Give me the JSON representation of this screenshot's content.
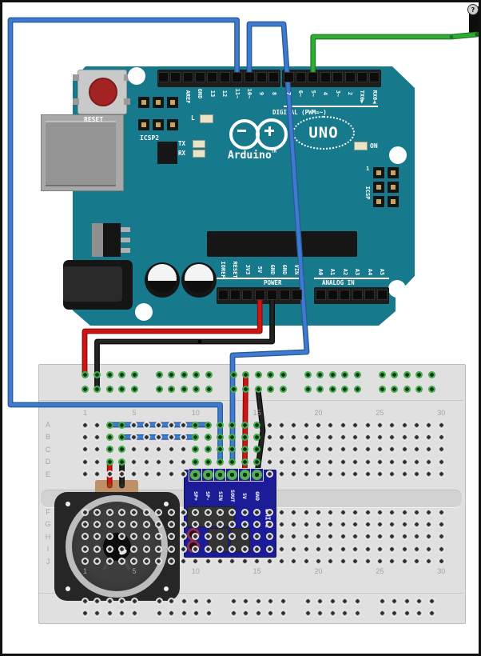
{
  "colors": {
    "arduino_teal": "#17798c",
    "breadboard": "#e0e0e0",
    "emic_blue": "#1c1c96",
    "wire_blue": "#3d7bd0",
    "wire_red": "#cf1412",
    "wire_black": "#232323",
    "wire_green": "#2fae35",
    "hole_green": "#3fae4a"
  },
  "arduino": {
    "reset_label": "RESET",
    "icsp2_label": "ICSP2",
    "logo_text": "Arduino",
    "logo_tm": "TM",
    "model": "UNO",
    "on_label": "ON",
    "led_l": "L",
    "led_tx": "TX",
    "led_rx": "RX",
    "digital_caption": "DIGITAL (PWM=~)",
    "digital_pins": [
      "AREF",
      "GND",
      "13",
      "12",
      "11~",
      "10~",
      "9",
      "8",
      "7",
      "6~",
      "5~",
      "4",
      "3~",
      "2",
      "TX0▶",
      "RX0◀"
    ],
    "power_caption": "POWER",
    "power_pins": [
      "IOREF",
      "RESET",
      "3V3",
      "5V",
      "GND",
      "GND",
      "VIN"
    ],
    "analog_caption": "ANALOG IN",
    "analog_pins": [
      "A0",
      "A1",
      "A2",
      "A3",
      "A4",
      "A5"
    ],
    "icsp_label": "ICSP",
    "icsp_pin1": "1"
  },
  "breadboard": {
    "column_labels": [
      "1",
      "5",
      "10",
      "15",
      "20",
      "25",
      "30"
    ],
    "column_numbers": [
      1,
      5,
      10,
      15,
      20,
      25,
      30
    ],
    "row_letters_top": [
      "A",
      "B",
      "C",
      "D",
      "E"
    ],
    "row_letters_bottom": [
      "F",
      "G",
      "H",
      "I",
      "J"
    ]
  },
  "emic2": {
    "name": "EMIC2",
    "pins": [
      "SP+",
      "SP-",
      "SIN",
      "SOUT",
      "5V",
      "GND"
    ]
  },
  "unknown_part": {
    "badge": "?"
  },
  "wires": [
    {
      "id": "w_d11_sin",
      "color": "blue",
      "hex": "#3d7bd0",
      "from": "Arduino D11",
      "to": "breadboard col 12 (EMIC2 SIN)"
    },
    {
      "id": "w_d10_sout",
      "color": "blue",
      "hex": "#3d7bd0",
      "from": "Arduino D10",
      "to": "breadboard col 13 (EMIC2 SOUT)"
    },
    {
      "id": "w_d5_part",
      "color": "green",
      "hex": "#2fae35",
      "from": "Arduino D5",
      "to": "off-board part (?)"
    },
    {
      "id": "w_5v_rail",
      "color": "red",
      "hex": "#cf1412",
      "from": "Arduino 5V",
      "to": "top power rail row 1"
    },
    {
      "id": "w_gnd_rail",
      "color": "black",
      "hex": "#232323",
      "from": "Arduino GND",
      "to": "top power rail row 2"
    },
    {
      "id": "w_rail_5v",
      "color": "red",
      "hex": "#cf1412",
      "from": "top power rail row 1",
      "to": "EMIC2 5V"
    },
    {
      "id": "w_rail_gnd",
      "color": "black",
      "hex": "#232323",
      "from": "top power rail row 2",
      "to": "EMIC2 GND"
    },
    {
      "id": "w_jumper_a",
      "color": "blue",
      "hex": "#3d7bd0",
      "from": "row A col 3",
      "to": "row A col 11 (EMIC2 SP-)"
    },
    {
      "id": "w_jumper_b",
      "color": "blue",
      "hex": "#3d7bd0",
      "from": "row B col 4",
      "to": "row B col 10 (EMIC2 SP+)"
    },
    {
      "id": "w_spk_pos",
      "color": "red",
      "hex": "#cf1412",
      "from": "speaker +",
      "to": "row D col 3"
    },
    {
      "id": "w_spk_neg",
      "color": "black",
      "hex": "#232323",
      "from": "speaker -",
      "to": "row D col 4"
    }
  ]
}
